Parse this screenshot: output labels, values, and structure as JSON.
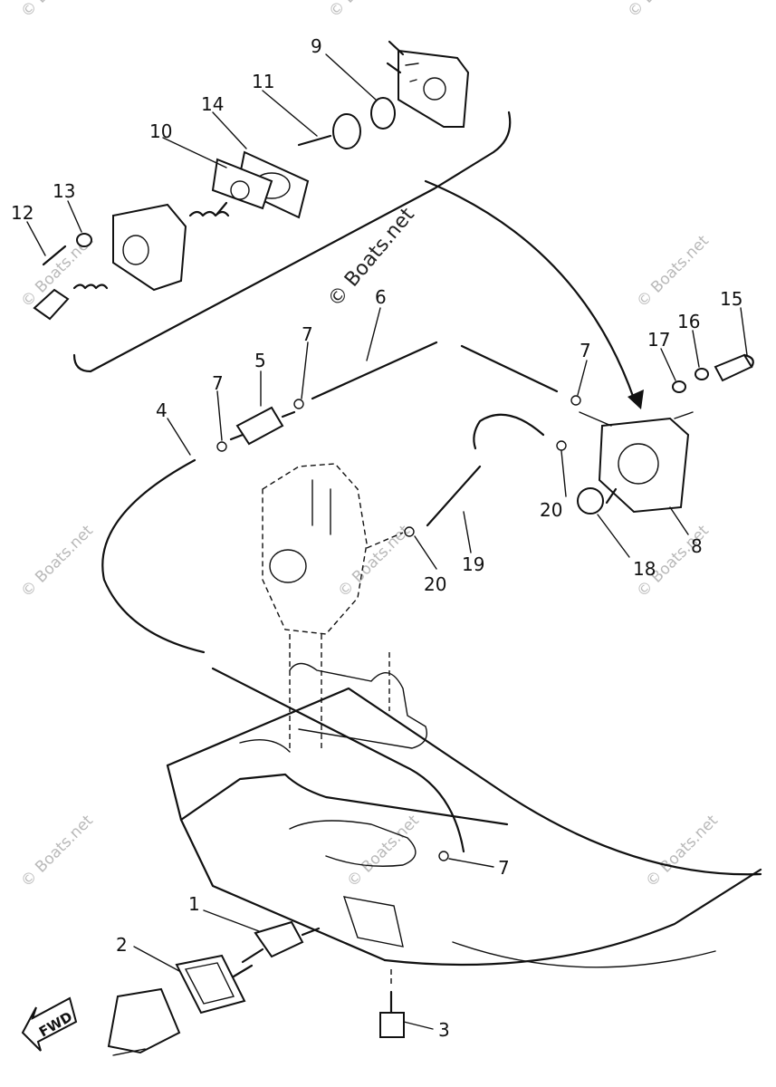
{
  "callouts": [
    "1",
    "2",
    "3",
    "4",
    "5",
    "6",
    "7",
    "8",
    "9",
    "10",
    "11",
    "12",
    "13",
    "14",
    "15",
    "16",
    "17",
    "18",
    "19",
    "20"
  ],
  "watermark": "© Boats.net",
  "direction_label": "FWD"
}
